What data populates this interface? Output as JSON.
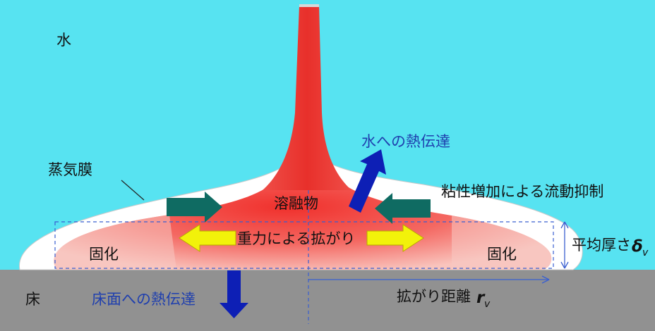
{
  "labels": {
    "water": "水",
    "vapor_film": "蒸気膜",
    "heat_to_water": "水への熱伝達",
    "viscosity": "粘性増加による流動抑制",
    "melt": "溶融物",
    "gravity_spread": "重力による拡がり",
    "solidified_left": "固化",
    "solidified_right": "固化",
    "avg_thickness": "平均厚さ",
    "thickness_symbol": "δ",
    "thickness_subscript": "v",
    "floor": "床",
    "heat_to_floor": "床面への熱伝達",
    "spread_distance": "拡がり距離",
    "distance_symbol": "r",
    "distance_subscript": "v"
  },
  "colors": {
    "water": "#57e3f1",
    "floor": "#919191",
    "vapor_film": "#ffffff",
    "melt_core": "#f23c36",
    "melt_edge": "#f8b6b0",
    "push_arrow": "#0f6b62",
    "gravity_arrow": "#f2f20a",
    "heat_arrow": "#0d1fb5",
    "guide_line": "#3a5fd0"
  }
}
